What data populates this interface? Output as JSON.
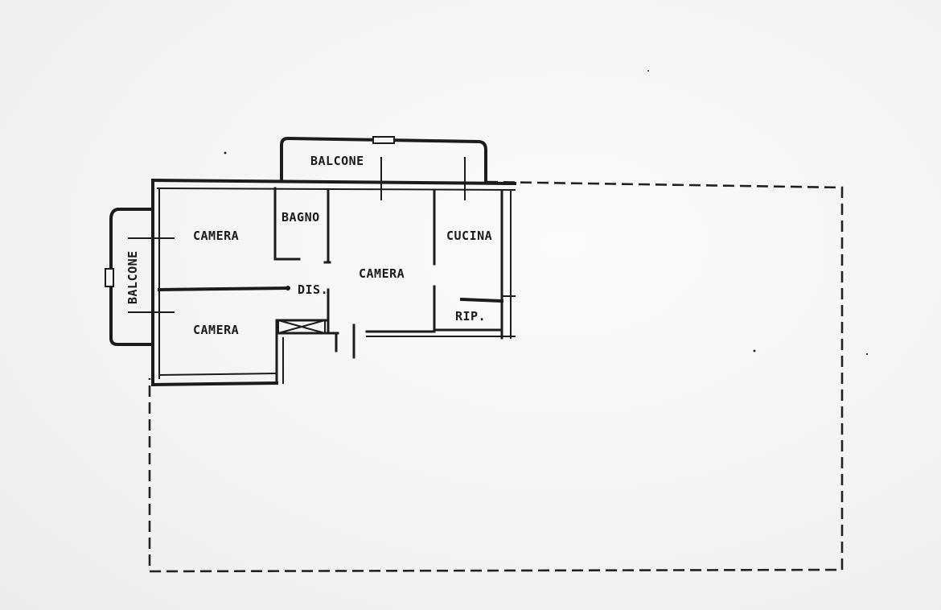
{
  "floor_plan": {
    "rooms": {
      "balcone_top": "BALCONE",
      "balcone_left": "BALCONE",
      "camera_top_left": "CAMERA",
      "camera_bottom_left": "CAMERA",
      "camera_center": "CAMERA",
      "bagno": "BAGNO",
      "cucina": "CUCINA",
      "disimpegno": "DIS.",
      "ripostiglio": "RIP."
    }
  }
}
